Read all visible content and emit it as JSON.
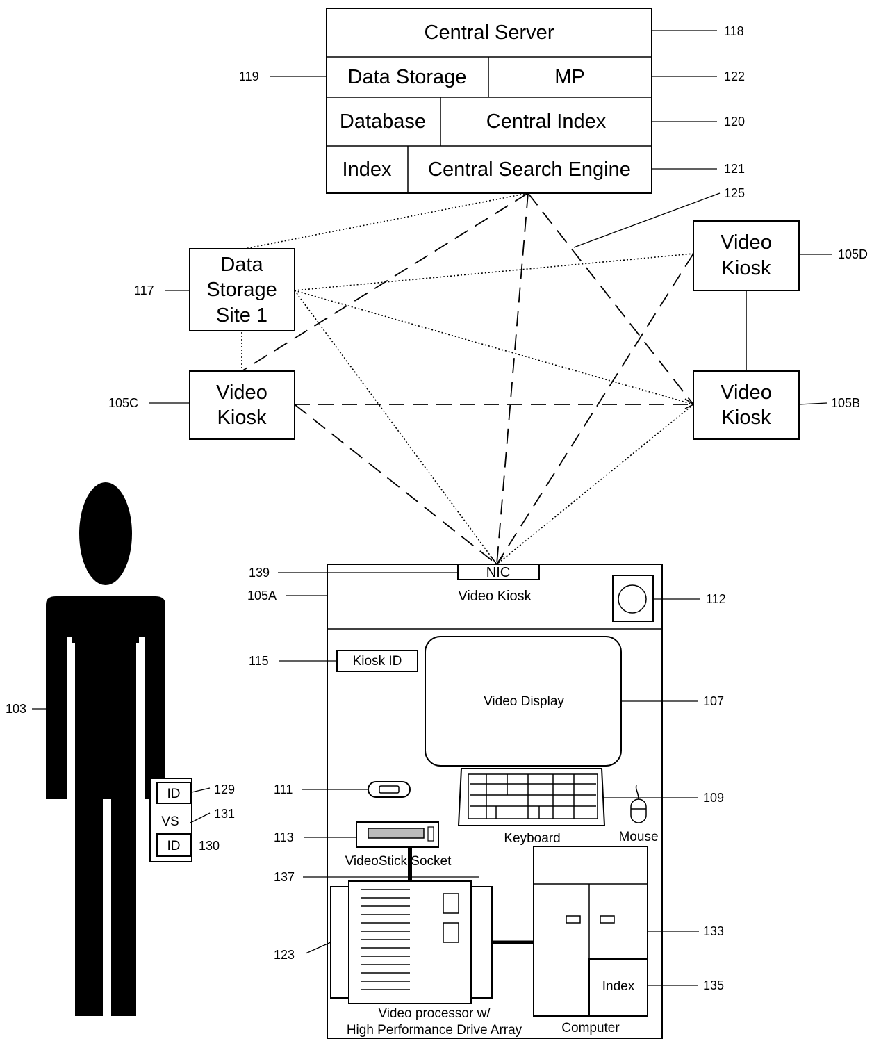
{
  "central_server": {
    "title": "Central Server",
    "data_storage": "Data Storage",
    "mp": "MP",
    "database": "Database",
    "central_index": "Central Index",
    "index": "Index",
    "central_search_engine": "Central Search Engine"
  },
  "data_storage_site": {
    "line1": "Data",
    "line2": "Storage",
    "line3": "Site 1"
  },
  "video_kiosk_box": {
    "line1": "Video",
    "line2": "Kiosk"
  },
  "kiosk_105a": {
    "nic": "NIC",
    "title": "Video Kiosk",
    "kiosk_id": "Kiosk ID",
    "video_display": "Video Display",
    "keyboard": "Keyboard",
    "mouse": "Mouse",
    "videostick_socket": "VideoStick Socket",
    "video_processor_line1": "Video processor w/",
    "video_processor_line2": "High Performance Drive Array",
    "computer": "Computer",
    "computer_index": "Index"
  },
  "person_card": {
    "id_top": "ID",
    "vs": "VS",
    "id_bottom": "ID"
  },
  "refs": {
    "r118": "118",
    "r119": "119",
    "r122": "122",
    "r120": "120",
    "r121": "121",
    "r125": "125",
    "r117": "117",
    "r105d": "105D",
    "r105c": "105C",
    "r105b": "105B",
    "r139": "139",
    "r105a": "105A",
    "r112": "112",
    "r115": "115",
    "r107": "107",
    "r103": "103",
    "r129": "129",
    "r131": "131",
    "r130": "130",
    "r111": "111",
    "r109": "109",
    "r113": "113",
    "r137": "137",
    "r133": "133",
    "r123": "123",
    "r135": "135"
  }
}
